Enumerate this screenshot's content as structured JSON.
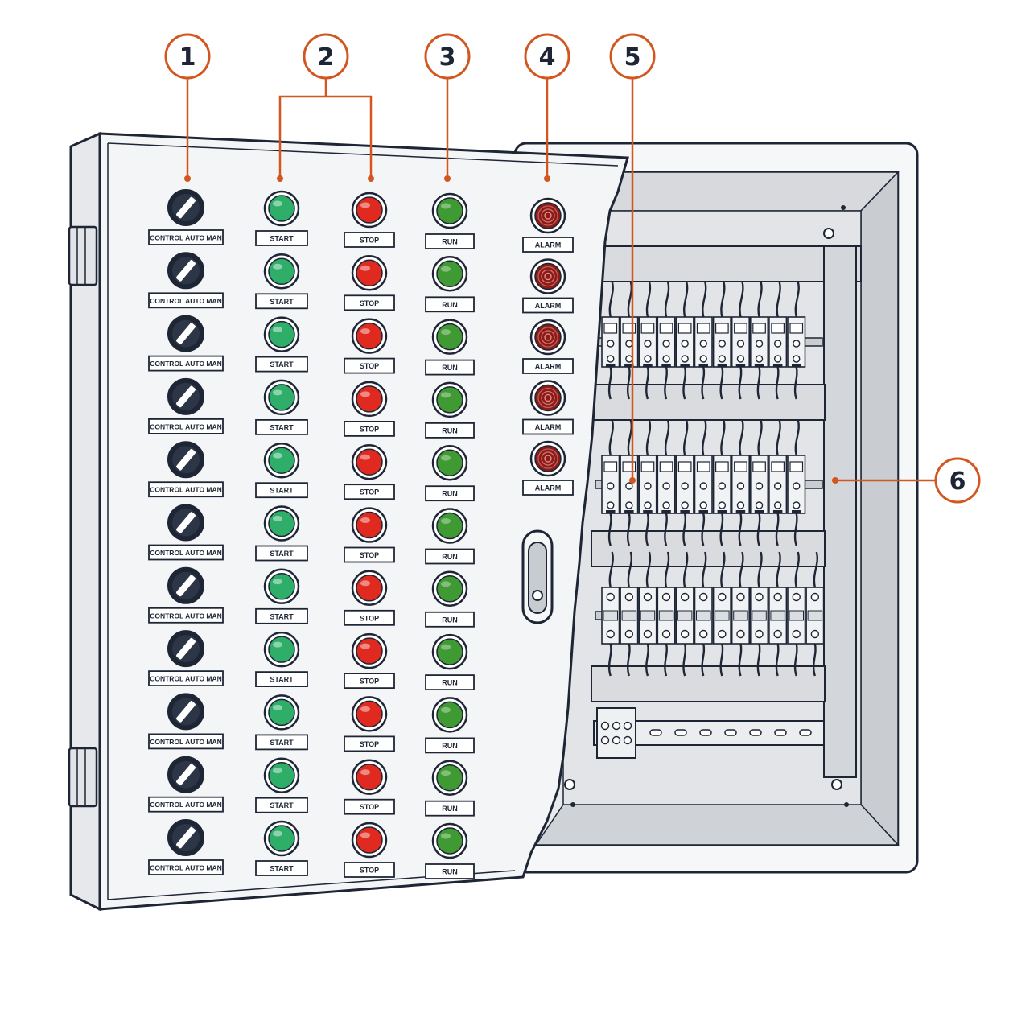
{
  "diagram": {
    "callouts": [
      {
        "id": "1",
        "label": "1"
      },
      {
        "id": "2",
        "label": "2"
      },
      {
        "id": "3",
        "label": "3"
      },
      {
        "id": "4",
        "label": "4"
      },
      {
        "id": "5",
        "label": "5"
      },
      {
        "id": "6",
        "label": "6"
      }
    ],
    "door_rows": 11,
    "alarm_rows": 5,
    "labels": {
      "selector": "CONTROL AUTO MAN",
      "start": "START",
      "stop": "STOP",
      "run": "RUN",
      "alarm": "ALARM"
    },
    "colors": {
      "callout": "#d2561f",
      "outline": "#1e2635",
      "start_button": "#2fae6a",
      "stop_button": "#e0291f",
      "run_lamp": "#3f9a34",
      "alarm_lamp": "#8e1a18",
      "panel": "#f4f5f7",
      "interior": "#dcdee2"
    }
  }
}
